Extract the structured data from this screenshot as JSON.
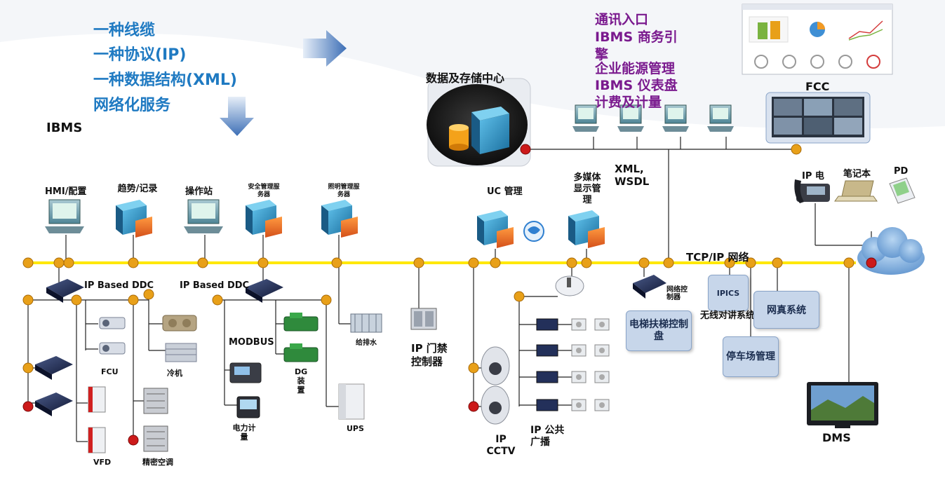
{
  "header": {
    "lines": [
      "一种线缆",
      "一种协议(IP)",
      "一种数据结构(XML)",
      "网络化服务"
    ],
    "ibms": "IBMS"
  },
  "top_services": [
    "通讯入口",
    "IBMS 商务引擎",
    "企业能源管理",
    "IBMS 仪表盘",
    "计费及计量"
  ],
  "top_labels": {
    "data_center": "数据及存储中心",
    "fcc": "FCC",
    "xml_wsdl": "XML, WSDL",
    "uc": "UC 管理",
    "multimedia": "多媒体显示管理",
    "network": "TCP/IP 网络",
    "ip_phone": "IP 电",
    "notebook": "笔记本",
    "pd": "PD"
  },
  "servers": {
    "hmi": "HMI/配置",
    "trend": "趋势/记录",
    "operator": "操作站",
    "security": "安全管理服务器",
    "lighting": "照明管理服务器"
  },
  "ddc": {
    "left": "IP Based DDC",
    "right": "IP Based DDC",
    "modbus": "MODBUS",
    "fcu": "FCU",
    "chiller": "冷机",
    "vfd": "VFD",
    "precision_ac": "精密空调",
    "power_meter": "电力计量",
    "dg": "DG装置",
    "ups": "UPS",
    "water": "给排水",
    "access": "IP 门禁控制器",
    "cctv": "IP CCTV",
    "pa": "IP 公共广播",
    "net_ctrl": "网络控制器"
  },
  "boxes": {
    "elevator": "电梯扶梯控制盘",
    "ipics": "IPICS",
    "intercom": "无线对讲系统",
    "parking": "停车场管理",
    "fax": "网真系统",
    "dms": "DMS"
  },
  "colors": {
    "heading_blue": "#1f7ac2",
    "service_purple": "#7a1a8e",
    "bus_yellow": "#ffe800",
    "node_orange": "#e8a019",
    "node_red": "#cc1a1a",
    "box_blue": "#c7d6ea"
  },
  "icons": [
    "monitor-icon",
    "server-icon",
    "database-icon",
    "ddc-controller-icon",
    "camera-icon",
    "ip-phone-icon",
    "laptop-icon",
    "pda-icon",
    "cloud-icon",
    "tv-icon",
    "uc-logo-icon",
    "speaker-icon"
  ]
}
